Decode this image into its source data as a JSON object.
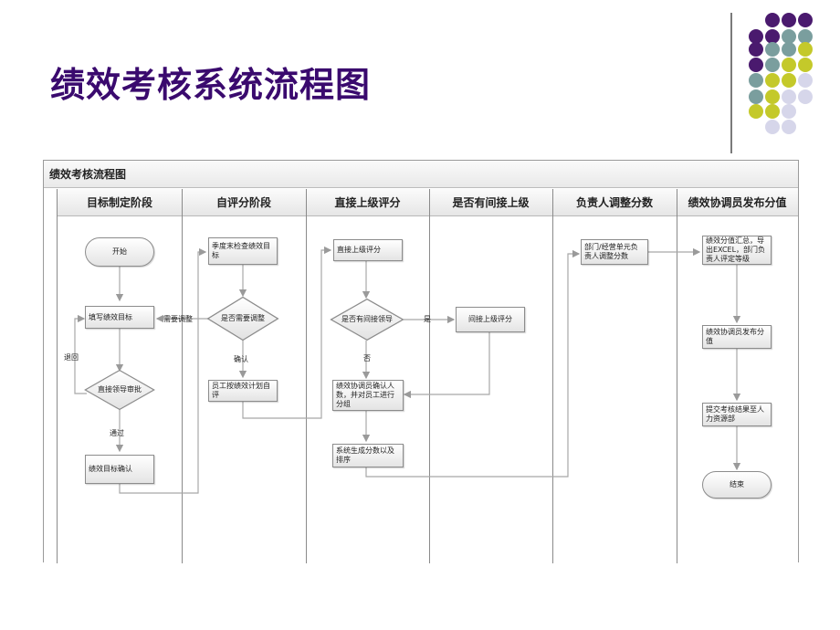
{
  "slide": {
    "title": "绩效考核系统流程图",
    "palette": {
      "title": "#3a0a6e",
      "purple": "#4a1a6e",
      "teal": "#7a9e9e",
      "lime": "#c4c92a",
      "lavender": "#d6d6ea"
    }
  },
  "diagram": {
    "header": "绩效考核流程图",
    "lanes": [
      "目标制定阶段",
      "自评分阶段",
      "直接上级评分",
      "是否有间接上级",
      "负责人调整分数",
      "绩效协调员发布分值"
    ],
    "nodes": {
      "start": "开始",
      "fill_goal": "填写绩效目标",
      "direct_approve": "直接领导审批",
      "goal_confirm": "绩效目标确认",
      "quarter_check": "季度末检查绩效目标",
      "need_adjust": "是否需要调整",
      "self_eval": "员工按绩效计划自评",
      "direct_score": "直接上级评分",
      "has_indirect": "是否有间接领导",
      "indirect_score": "间接上级评分",
      "coordinator_confirm": "绩效协调员确认人数，并对员工进行分组",
      "system_rank": "系统生成分数以及排序",
      "dept_adjust": "部门/经营单元负责人调整分数",
      "summary_export": "绩效分值汇总，导出EXCEL，部门负责人评定等级",
      "publish": "绩效协调员发布分值",
      "submit_hr": "提交考核结果至人力资源部",
      "end": "结束"
    },
    "edge_labels": {
      "need_adjust": "需要调整",
      "back": "退回",
      "passed": "通过",
      "confirm": "确认",
      "yes": "是",
      "no": "否"
    }
  }
}
